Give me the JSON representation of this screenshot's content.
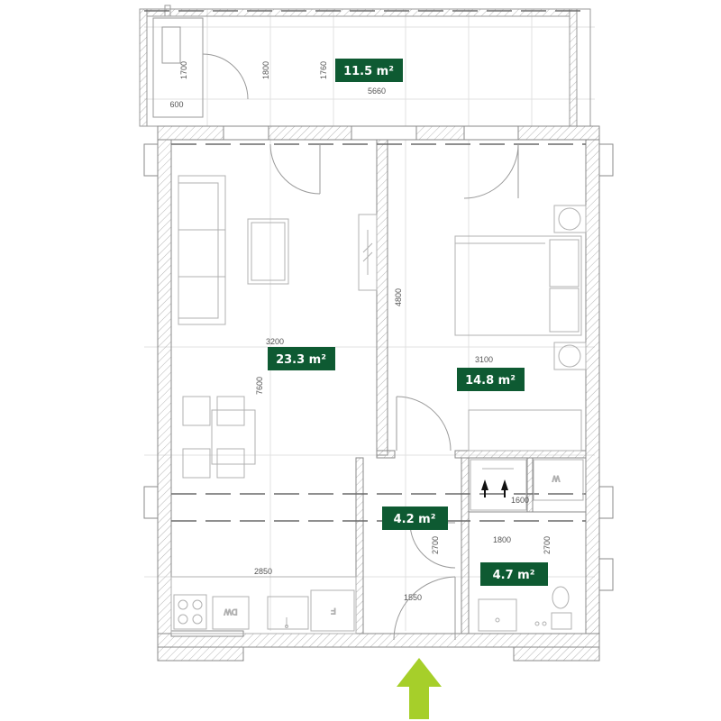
{
  "colors": {
    "badge_bg": "#0e5a32",
    "badge_text": "#ffffff",
    "wall_line": "#8a8a8a",
    "grid_line": "#d4d4d4",
    "entrance_arrow": "#a6cf2a"
  },
  "rooms": {
    "balcony": {
      "area": "11.5 m²"
    },
    "living_room": {
      "area": "23.3 m²"
    },
    "bedroom": {
      "area": "14.8 m²"
    },
    "hall": {
      "area": "4.2 m²"
    },
    "bathroom": {
      "area": "4.7 m²"
    }
  },
  "dimensions": {
    "balcony_width": "5660",
    "balcony_depth_a": "1800",
    "balcony_depth_b": "1760",
    "storage_depth": "1700",
    "storage_width": "600",
    "living_width": "3200",
    "living_length": "7600",
    "bedroom_width": "3100",
    "bedroom_length": "4800",
    "kitchen_width": "2850",
    "hall_depth": "2700",
    "hall_width": "1550",
    "bath_width": "1800",
    "bath_depth": "2700",
    "wardrobe_width": "1600"
  },
  "appliances": {
    "dishwasher": "DW",
    "fridge": "F",
    "washer": "W"
  },
  "icons": {
    "entrance": "entrance-arrow-icon",
    "stove": "stove-icon",
    "sink": "sink-icon",
    "toilet": "toilet-icon",
    "bed": "bed-icon",
    "sofa": "sofa-icon",
    "tv": "tv-icon"
  }
}
